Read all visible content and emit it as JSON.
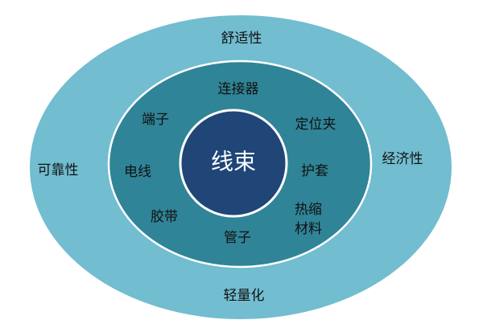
{
  "colors": {
    "outer": "#72BDD0",
    "middle": "#308497",
    "inner": "#1F4677",
    "ring": "#ffffff"
  },
  "core": "线束",
  "outer_labels": {
    "top": "舒适性",
    "left": "可靠性",
    "right": "经济性",
    "bottom": "轻量化"
  },
  "components": {
    "connector": "连接器",
    "terminal": "端子",
    "clip": "定位夹",
    "wire": "电线",
    "sheath": "护套",
    "tape": "胶带",
    "tube": "管子",
    "heat_shrink_1": "热缩",
    "heat_shrink_2": "材料"
  }
}
